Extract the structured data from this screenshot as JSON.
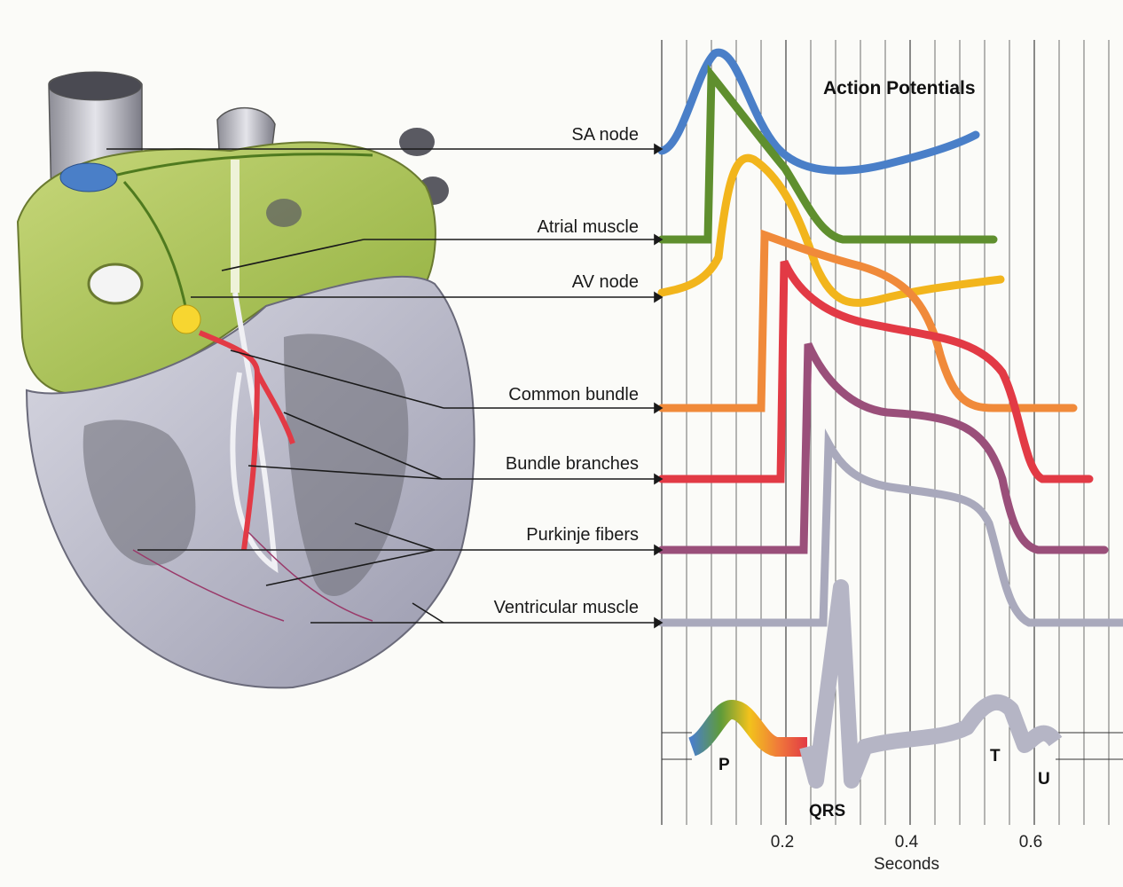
{
  "title": "Action Potentials",
  "labels": {
    "sa_node": "SA node",
    "atrial_muscle": "Atrial muscle",
    "av_node": "AV node",
    "common_bundle": "Common bundle",
    "bundle_branches": "Bundle branches",
    "purkinje_fibers": "Purkinje fibers",
    "ventricular_muscle": "Ventricular muscle"
  },
  "ecg_waves": {
    "p": "P",
    "qrs": "QRS",
    "t": "T",
    "u": "U"
  },
  "x_axis": {
    "label": "Seconds",
    "ticks": [
      "0.2",
      "0.4",
      "0.6"
    ]
  },
  "colors": {
    "sa_node": "#4a7fc8",
    "atrial_muscle": "#5f8f2e",
    "av_node": "#f2b51c",
    "common_bundle": "#f08a3a",
    "bundle_branches": "#e23a45",
    "purkinje_fibers": "#9a4f7a",
    "ventricular_muscle": "#a9a9bc"
  }
}
